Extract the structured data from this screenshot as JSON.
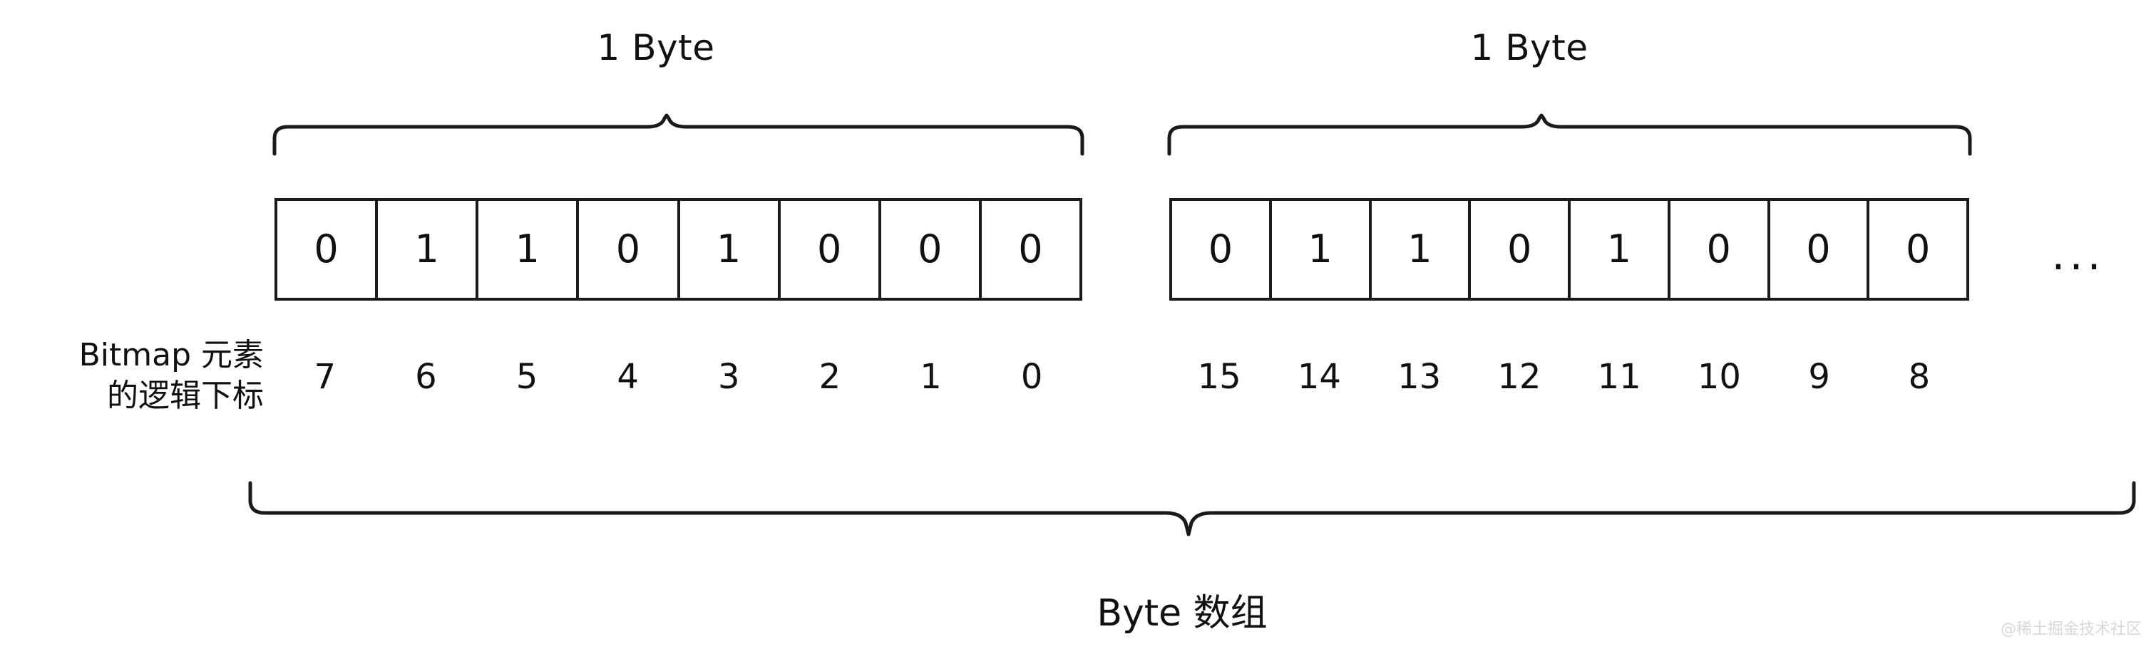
{
  "diagram": {
    "title_hidden": "",
    "groups": [
      {
        "byte_label": "1 Byte",
        "bits": [
          "0",
          "1",
          "1",
          "0",
          "1",
          "0",
          "0",
          "0"
        ],
        "indices": [
          "7",
          "6",
          "5",
          "4",
          "3",
          "2",
          "1",
          "0"
        ]
      },
      {
        "byte_label": "1 Byte",
        "bits": [
          "0",
          "1",
          "1",
          "0",
          "1",
          "0",
          "0",
          "0"
        ],
        "indices": [
          "15",
          "14",
          "13",
          "12",
          "11",
          "10",
          "9",
          "8"
        ]
      }
    ],
    "side_caption_line1": "Bitmap 元素",
    "side_caption_line2": "的逻辑下标",
    "bottom_caption": "Byte 数组",
    "continuation": "···",
    "watermark": "@稀土掘金技术社区",
    "colors": {
      "stroke": "#1a1a1a",
      "text": "#111111",
      "background": "#ffffff",
      "watermark": "#d8d8d8"
    }
  }
}
